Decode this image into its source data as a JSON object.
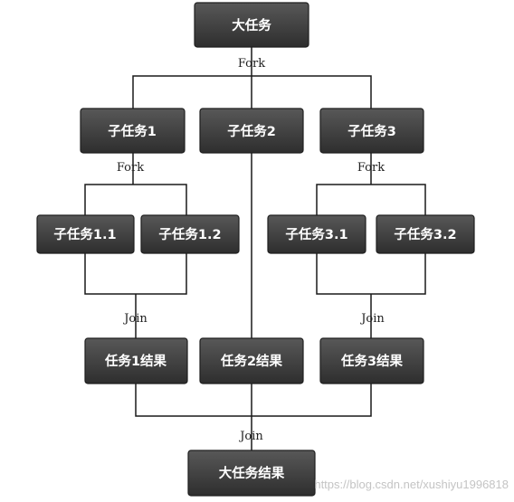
{
  "diagram": {
    "nodes": {
      "big_task": "大任务",
      "sub1": "子任务1",
      "sub2": "子任务2",
      "sub3": "子任务3",
      "sub1_1": "子任务1.1",
      "sub1_2": "子任务1.2",
      "sub3_1": "子任务3.1",
      "sub3_2": "子任务3.2",
      "result1": "任务1结果",
      "result2": "任务2结果",
      "result3": "任务3结果",
      "big_result": "大任务结果"
    },
    "labels": {
      "fork_top": "Fork",
      "fork_left": "Fork",
      "fork_right": "Fork",
      "join_left": "Join",
      "join_right": "Join",
      "join_bottom": "Join"
    }
  },
  "watermark": "https://blog.csdn.net/xushiyu1996818"
}
